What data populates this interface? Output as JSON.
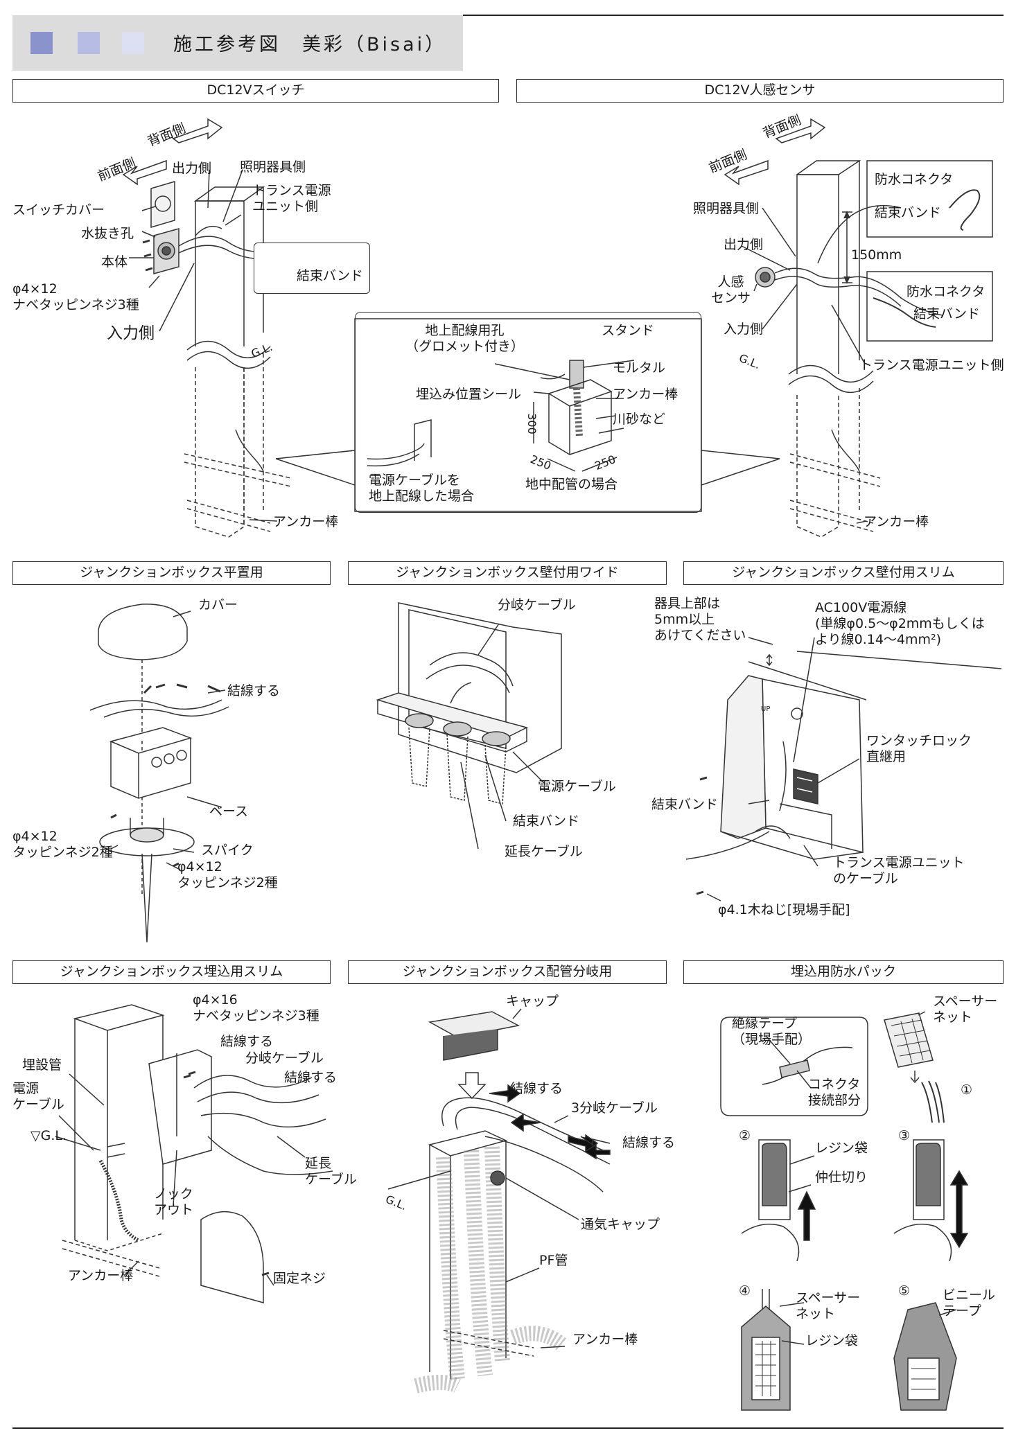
{
  "header": {
    "title": "施工参考図　美彩（Bisai）",
    "swatches": [
      "#8a93cc",
      "#b7bce4",
      "#dde0f3"
    ]
  },
  "panels": {
    "p1": {
      "title": "DC12Vスイッチ",
      "labels": {
        "back": "背面側",
        "front": "前面側",
        "output": "出力側",
        "lighting": "照明器具側",
        "trans": "トランス電源\nユニット側",
        "cover": "スイッチカバー",
        "drain": "水抜き孔",
        "body": "本体",
        "screw": "φ4×12\nナベタッピンネジ3種",
        "band": "結束バンド",
        "input": "入力側",
        "gl": "G.L.",
        "anchor": "アンカー棒"
      }
    },
    "p2": {
      "title": "DC12V人感センサ",
      "labels": {
        "back": "背面側",
        "front": "前面側",
        "connector1": "防水コネクタ",
        "band1": "結束バンド",
        "lighting": "照明器具側",
        "output": "出力側",
        "dim": "150mm",
        "sensor": "人感\nセンサ",
        "connector2": "防水コネクタ",
        "band2": "結束バンド",
        "input": "入力側",
        "gl": "G.L.",
        "trans": "トランス電源ユニット側",
        "anchor": "アンカー棒"
      }
    },
    "inset": {
      "hole": "地上配線用孔\n（グロメット付き）",
      "stand": "スタンド",
      "mortar": "モルタル",
      "seal": "埋込み位置シール",
      "anchor": "アンカー棒",
      "sand": "川砂など",
      "d300": "300",
      "d250a": "250",
      "d250b": "250",
      "above": "電源ケーブルを\n地上配線した場合",
      "under": "地中配管の場合"
    },
    "p3": {
      "title": "ジャンクションボックス平置用",
      "labels": {
        "cover": "カバー",
        "tie": "結線する",
        "base": "ベース",
        "screw1": "φ4×12\nタッピンネジ2種",
        "spike": "スパイク",
        "screw2": "φ4×12\nタッピンネジ2種"
      }
    },
    "p4": {
      "title": "ジャンクションボックス壁付用ワイド",
      "labels": {
        "branch": "分岐ケーブル",
        "power": "電源ケーブル",
        "band": "結束バンド",
        "ext": "延長ケーブル"
      }
    },
    "p5": {
      "title": "ジャンクションボックス壁付用スリム",
      "labels": {
        "top": "器具上部は\n5mm以上\nあけてください",
        "ac": "AC100V電源線\n(単線φ0.5～φ2mmもしくは\nより線0.14～4mm²)",
        "lock": "ワンタッチロック\n直継用",
        "band": "結束バンド",
        "trans": "トランス電源ユニット\nのケーブル",
        "screw": "φ4.1木ねじ[現場手配]",
        "up": "UP"
      }
    },
    "p6": {
      "title": "ジャンクションボックス埋込用スリム",
      "labels": {
        "screw": "φ4×16\nナベタッピンネジ3種",
        "tie1": "結線する",
        "branch": "分岐ケーブル",
        "tie2": "結線する",
        "pipe": "埋設管",
        "power": "電源\nケーブル",
        "gl": "▽G.L.",
        "ext": "延長\nケーブル",
        "knock": "ノック\nアウト",
        "anchor": "アンカー棒",
        "fix": "固定ネジ"
      }
    },
    "p7": {
      "title": "ジャンクションボックス配管分岐用",
      "labels": {
        "cap": "キャップ",
        "tie1": "結線する",
        "branch3": "3分岐ケーブル",
        "tie2": "結線する",
        "gl": "G.L.",
        "vent": "通気キャップ",
        "pf": "PF管",
        "anchor": "アンカー棒"
      }
    },
    "p8": {
      "title": "埋込用防水パック",
      "labels": {
        "spacer1": "スペーサー\nネット",
        "tape": "絶縁テープ\n（現場手配）",
        "conn": "コネクタ\n接続部分",
        "n1": "①",
        "n2": "②",
        "n3": "③",
        "n4": "④",
        "n5": "⑤",
        "resin1": "レジン袋",
        "divider": "仲仕切り",
        "spacer2": "スペーサー\nネット",
        "resin2": "レジン袋",
        "vinyl": "ビニール\nテープ"
      }
    }
  }
}
